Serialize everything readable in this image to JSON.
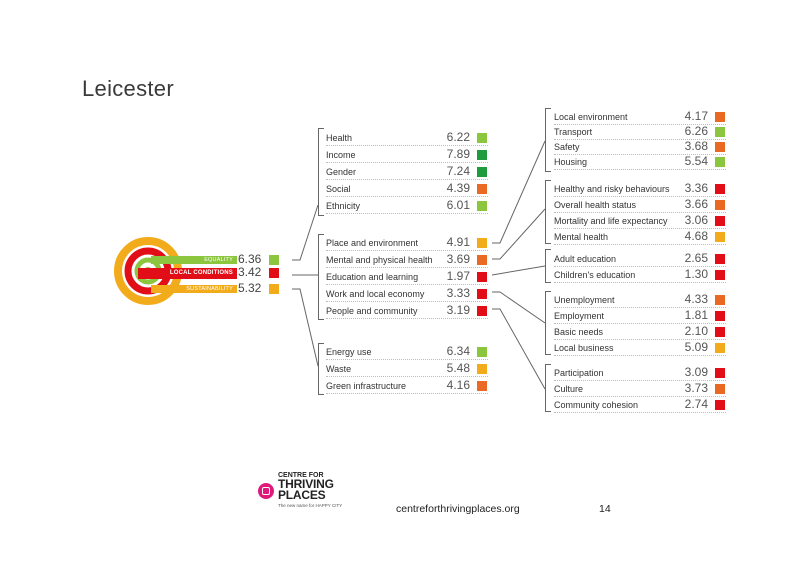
{
  "title": "Leicester",
  "colors": {
    "dark_green": "#1e9b3c",
    "light_green": "#8cc63f",
    "amber": "#f2ac1b",
    "orange": "#ea6a23",
    "red": "#e10e17"
  },
  "main": [
    {
      "label": "EQUALITY",
      "value": "6.36",
      "color": "#8cc63f"
    },
    {
      "label": "LOCAL CONDITIONS",
      "value": "3.42",
      "color": "#e10e17"
    },
    {
      "label": "SUSTAINABILITY",
      "value": "5.32",
      "color": "#f2ac1b"
    }
  ],
  "equality": [
    {
      "label": "Health",
      "value": "6.22",
      "color": "#8cc63f"
    },
    {
      "label": "Income",
      "value": "7.89",
      "color": "#1e9b3c"
    },
    {
      "label": "Gender",
      "value": "7.24",
      "color": "#1e9b3c"
    },
    {
      "label": "Social",
      "value": "4.39",
      "color": "#ea6a23"
    },
    {
      "label": "Ethnicity",
      "value": "6.01",
      "color": "#8cc63f"
    }
  ],
  "local_conditions": [
    {
      "label": "Place and environment",
      "value": "4.91",
      "color": "#f2ac1b"
    },
    {
      "label": "Mental and physical health",
      "value": "3.69",
      "color": "#ea6a23"
    },
    {
      "label": "Education and learning",
      "value": "1.97",
      "color": "#e10e17"
    },
    {
      "label": "Work and local economy",
      "value": "3.33",
      "color": "#e10e17"
    },
    {
      "label": "People and community",
      "value": "3.19",
      "color": "#e10e17"
    }
  ],
  "sustainability": [
    {
      "label": "Energy use",
      "value": "6.34",
      "color": "#8cc63f"
    },
    {
      "label": "Waste",
      "value": "5.48",
      "color": "#f2ac1b"
    },
    {
      "label": "Green infrastructure",
      "value": "4.16",
      "color": "#ea6a23"
    }
  ],
  "place_env": [
    {
      "label": "Local environment",
      "value": "4.17",
      "color": "#ea6a23"
    },
    {
      "label": "Transport",
      "value": "6.26",
      "color": "#8cc63f"
    },
    {
      "label": "Safety",
      "value": "3.68",
      "color": "#ea6a23"
    },
    {
      "label": "Housing",
      "value": "5.54",
      "color": "#8cc63f"
    }
  ],
  "health": [
    {
      "label": "Healthy and risky behaviours",
      "value": "3.36",
      "color": "#e10e17"
    },
    {
      "label": "Overall health status",
      "value": "3.66",
      "color": "#ea6a23"
    },
    {
      "label": "Mortality and life expectancy",
      "value": "3.06",
      "color": "#e10e17"
    },
    {
      "label": "Mental health",
      "value": "4.68",
      "color": "#f2ac1b"
    }
  ],
  "education": [
    {
      "label": "Adult education",
      "value": "2.65",
      "color": "#e10e17"
    },
    {
      "label": "Children's education",
      "value": "1.30",
      "color": "#e10e17"
    }
  ],
  "work": [
    {
      "label": "Unemployment",
      "value": "4.33",
      "color": "#ea6a23"
    },
    {
      "label": "Employment",
      "value": "1.81",
      "color": "#e10e17"
    },
    {
      "label": "Basic needs",
      "value": "2.10",
      "color": "#e10e17"
    },
    {
      "label": "Local business",
      "value": "5.09",
      "color": "#f2ac1b"
    }
  ],
  "people": [
    {
      "label": "Participation",
      "value": "3.09",
      "color": "#e10e17"
    },
    {
      "label": "Culture",
      "value": "3.73",
      "color": "#ea6a23"
    },
    {
      "label": "Community cohesion",
      "value": "2.74",
      "color": "#e10e17"
    }
  ],
  "logo": {
    "top": "CENTRE FOR",
    "line1": "THRIVING",
    "line2": "PLACES",
    "sub": "The new name for HAPPY CITY"
  },
  "footer": {
    "url": "centreforthrivingplaces.org",
    "page": "14"
  }
}
